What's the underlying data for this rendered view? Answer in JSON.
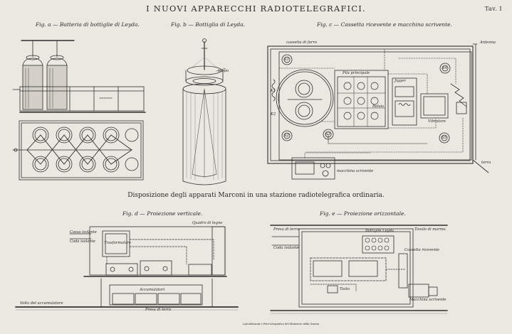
{
  "plate": {
    "title": "I NUOVI APPARECCHI RADIOTELEGRAFICI.",
    "plate_number": "Tav. I",
    "subtitle": "Disposizione degli apparati Marconi in una stazione radiotelegrafica ordinaria.",
    "footer": "Lab.elaborati e Foto-Litografico del Ministero della Guerra"
  },
  "figures": {
    "a": {
      "caption": "Fig. a — Batteria di bottiglie di Leyda."
    },
    "b": {
      "caption": "Fig. b — Bottiglia di Leyda.",
      "labels": {
        "tappo": "tappo"
      }
    },
    "c": {
      "caption": "Fig. c — Cassetta ricevente e macchina scrivente.",
      "labels": {
        "cassetta": "cassetta di ferro",
        "antenna": "Antenna",
        "pila": "Pila principale",
        "jigger": "Jigger",
        "vibratore": "Vibratore",
        "terra": "terra",
        "macchina": "macchina scrivente",
        "rel": "Relais",
        "m1": "K1",
        "m2": "K2",
        "s1": "S1",
        "s2": "S2",
        "s3": "S3",
        "s4": "S4",
        "s5": "S5"
      }
    },
    "d": {
      "caption": "Fig. d — Proiezione verticale.",
      "labels": {
        "casse": "Cassa isolante",
        "coda": "Coda isolante",
        "trasformatore": "Trasformatore",
        "accumulatori": "Accumulatori",
        "quadro": "Quadro di legno",
        "muro": "Volta del accumulatore",
        "terra": "Presa di terra"
      }
    },
    "e": {
      "caption": "Fig. e — Proiezione orizzontale.",
      "labels": {
        "presa": "Presa di terra",
        "coda": "Coda isolante",
        "bottiglie": "Bottiglie Leyda",
        "tavolo": "Tavolo di marmo",
        "tasto": "Tasto",
        "cassetta": "Cassetta ricevente",
        "macchina": "Macchina scrivente"
      }
    }
  }
}
